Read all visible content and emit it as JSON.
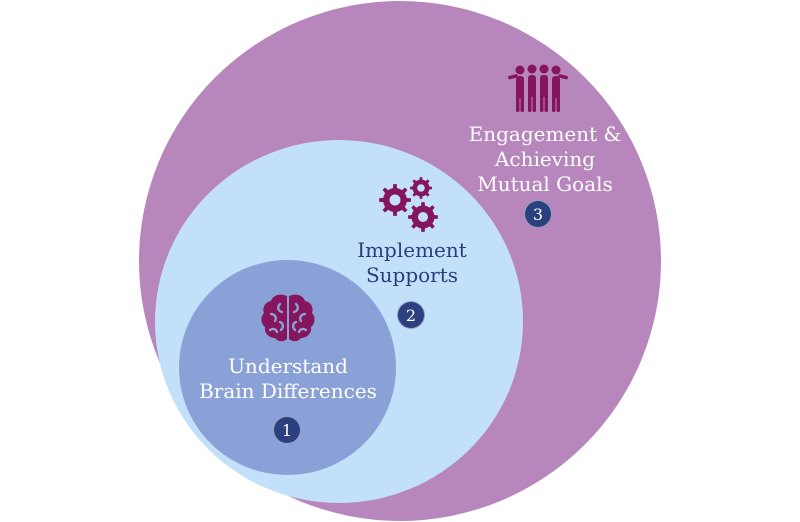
{
  "colors": {
    "outer": "#b686bc",
    "middle": "#c3e0fa",
    "inner": "#8aa1d8",
    "badge": "#2c3f7f",
    "icon": "#85155d",
    "middle_text": "#2b3d7a"
  },
  "circles": [
    {
      "number": "3",
      "label_lines": [
        "Engagement &",
        "Achieving",
        "Mutual Goals"
      ],
      "icon": "people-group-icon"
    },
    {
      "number": "2",
      "label_lines": [
        "Implement",
        "Supports"
      ],
      "icon": "gears-icon"
    },
    {
      "number": "1",
      "label_lines": [
        "Understand",
        "Brain Differences"
      ],
      "icon": "brain-icon"
    }
  ]
}
